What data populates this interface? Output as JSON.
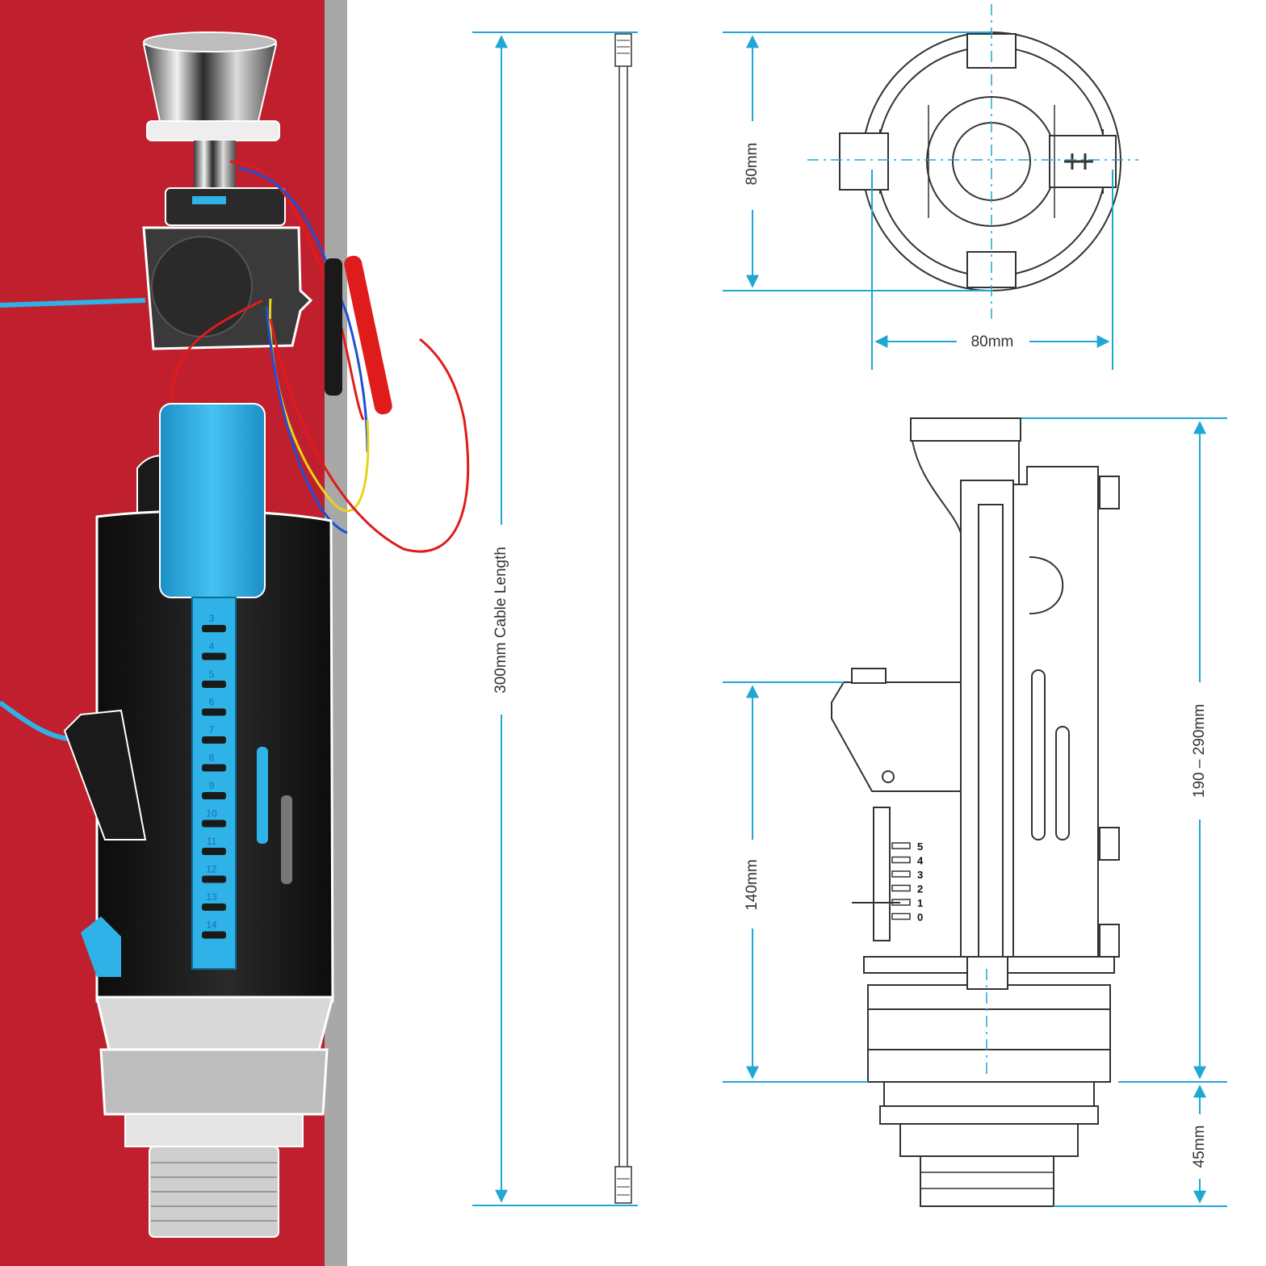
{
  "colors": {
    "background_red": "#c0202e",
    "divider_gray": "#a8a8a8",
    "dimension_blue": "#1fa7d6",
    "valve_blue": "#2fb2e8",
    "valve_black": "#161616",
    "wire_red": "#e01b1b",
    "wire_blue": "#1f4fd6",
    "wire_yellow": "#e8d41c"
  },
  "dimensions": {
    "cable_length": "300mm Cable Length",
    "top_view_height": "80mm",
    "top_view_width": "80mm",
    "valve_height_range": "190 – 290mm",
    "overflow_height": "140mm",
    "thread_height": "45mm"
  },
  "valve_scale": [
    "3",
    "4",
    "5",
    "6",
    "7",
    "8",
    "9",
    "10",
    "11",
    "12",
    "13",
    "14"
  ],
  "side_scale": [
    "5",
    "4",
    "3",
    "2",
    "1",
    "0"
  ]
}
